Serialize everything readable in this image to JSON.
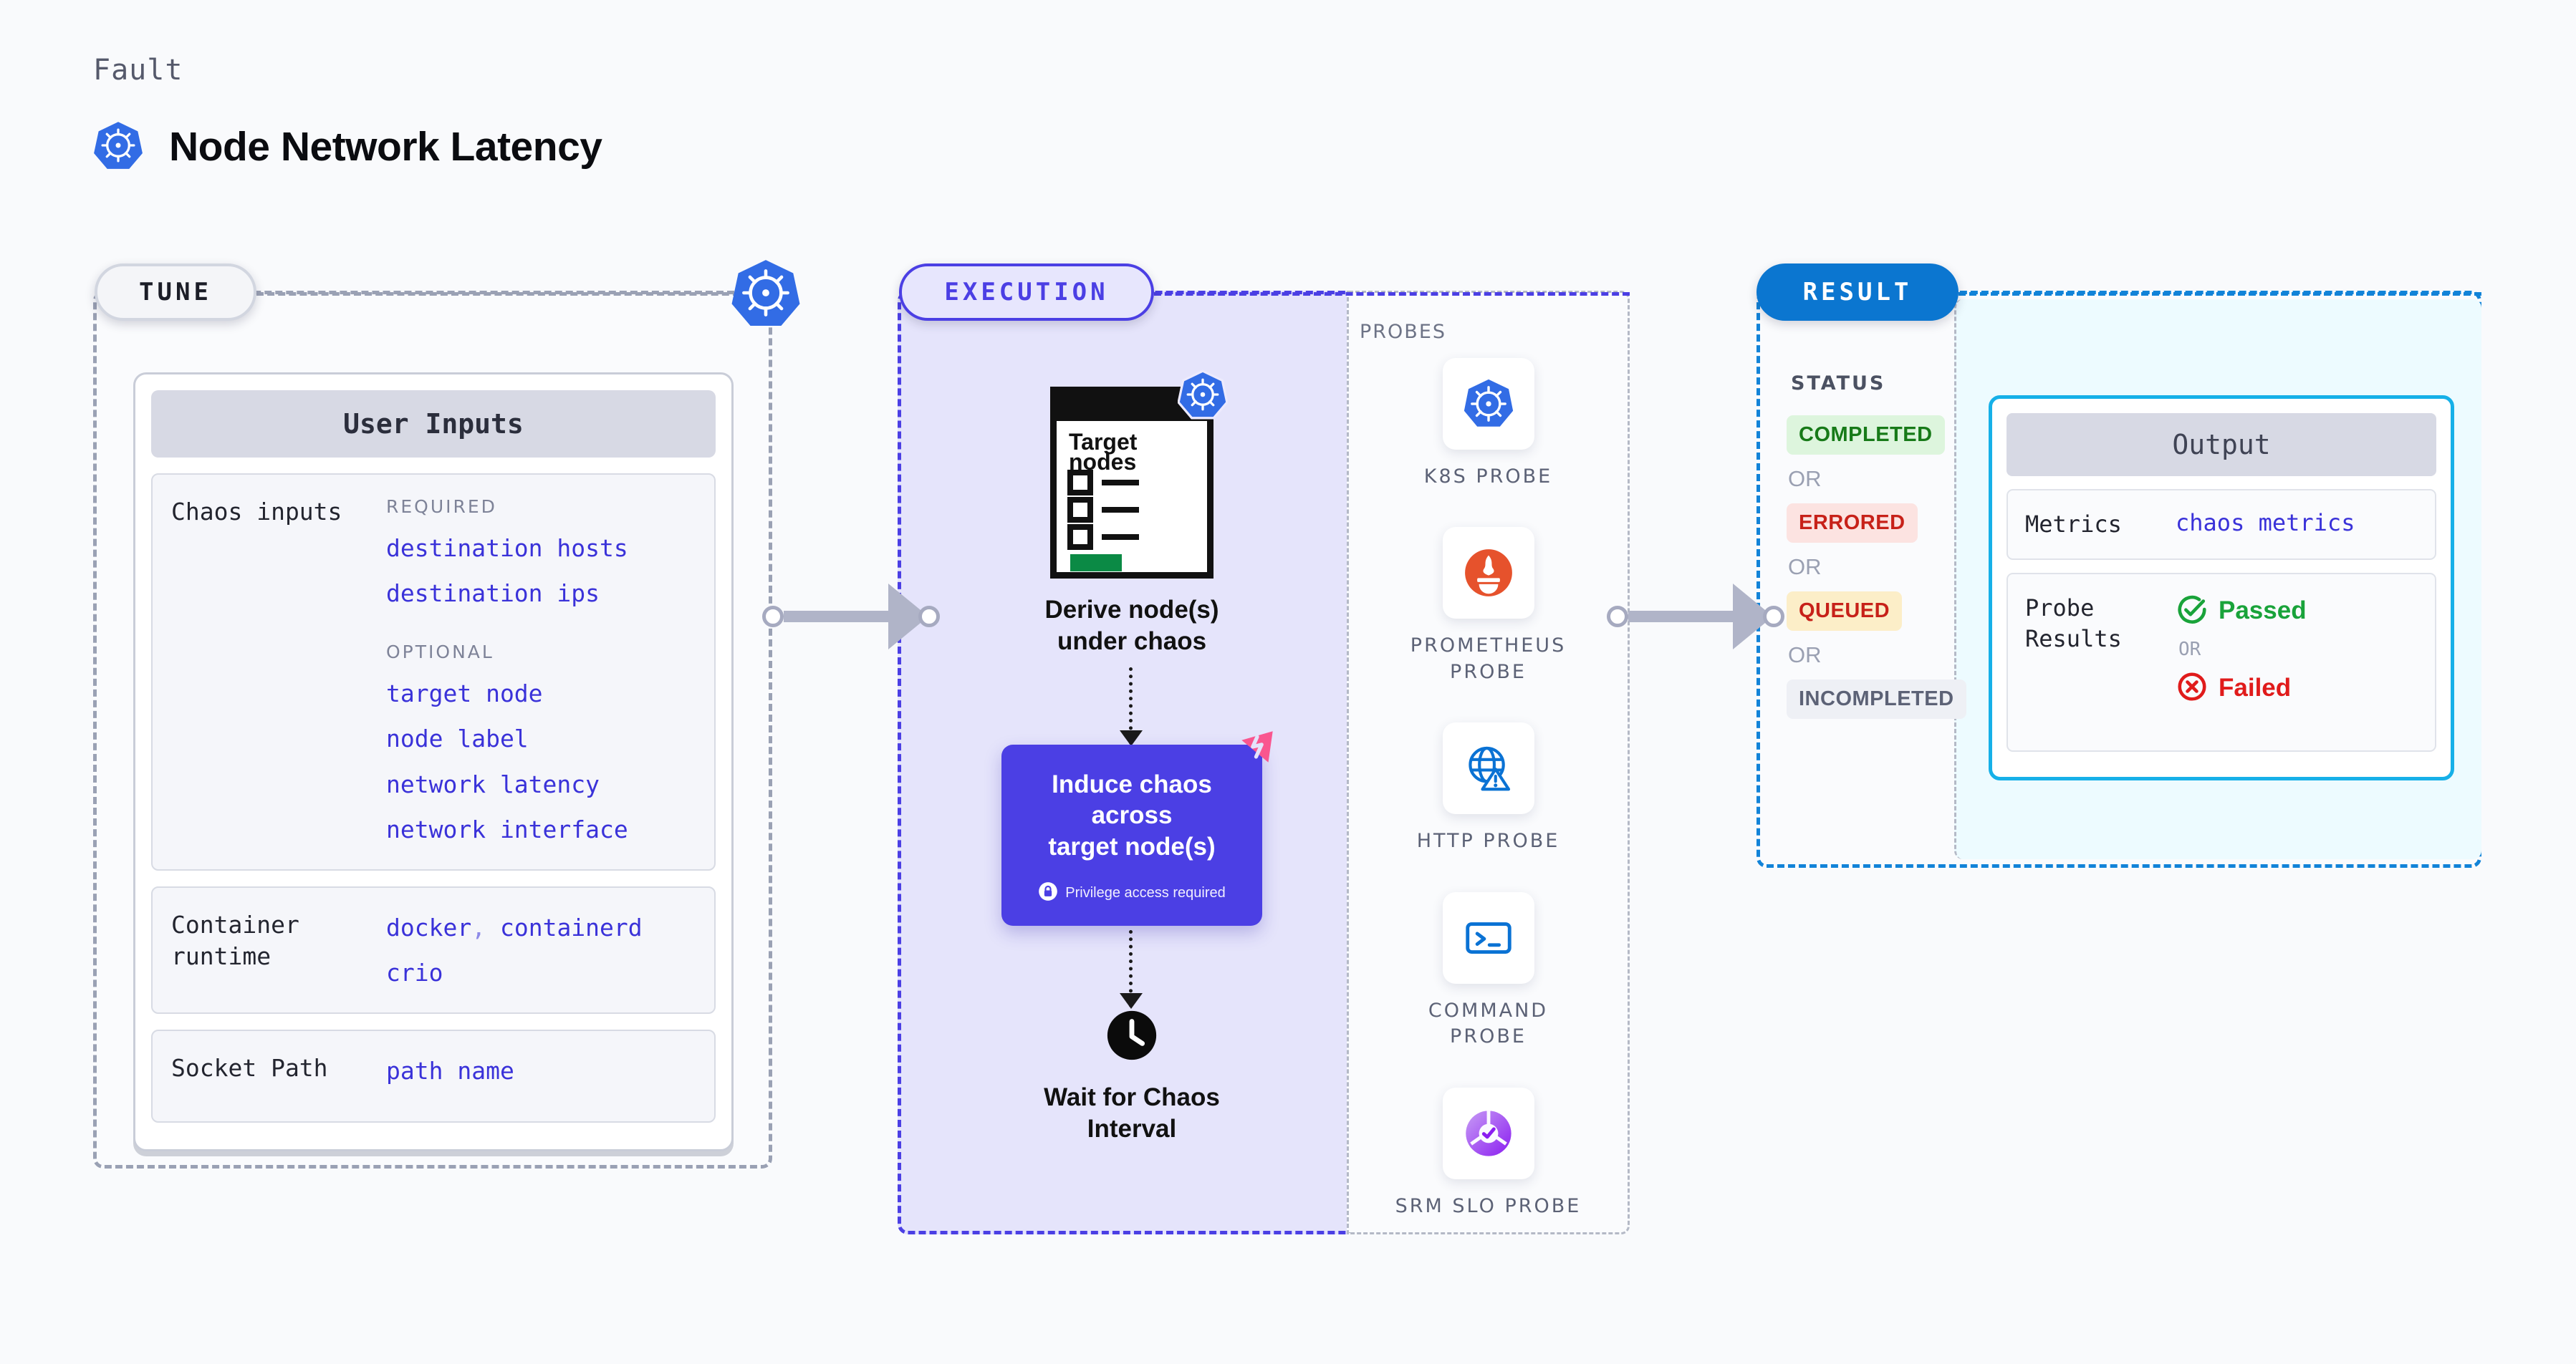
{
  "header": {
    "kicker": "Fault",
    "title": "Node Network Latency",
    "logo_icon": "kubernetes-icon"
  },
  "stages": {
    "tune": {
      "chip_label": "TUNE",
      "badge_icon": "kubernetes-icon"
    },
    "execution": {
      "chip_label": "EXECUTION"
    },
    "result": {
      "chip_label": "RESULT"
    }
  },
  "tune": {
    "card_title": "User Inputs",
    "rows": [
      {
        "label": "Chaos inputs",
        "groups": [
          {
            "group_label": "REQUIRED",
            "values": [
              "destination hosts",
              "destination ips"
            ]
          },
          {
            "group_label": "OPTIONAL",
            "values": [
              "target node",
              "node label",
              "network latency",
              "network interface"
            ]
          }
        ]
      },
      {
        "label": "Container runtime",
        "values_line1": "docker",
        "separator": ",",
        "values_line1b": "containerd",
        "values_line2": "crio"
      },
      {
        "label": "Socket Path",
        "value": "path name"
      }
    ]
  },
  "execution": {
    "derive": {
      "doc_title_line1": "Target",
      "doc_title_line2": "nodes",
      "caption_line1": "Derive node(s)",
      "caption_line2": "under chaos",
      "badge_icon": "kubernetes-icon"
    },
    "chaos": {
      "title_line1": "Induce chaos across",
      "title_line2": "target node(s)",
      "privilege_note": "Privilege access required",
      "privilege_icon": "lock-icon",
      "corner_icon": "litmus-icon",
      "color": "#4b3fe4"
    },
    "wait": {
      "icon": "clock-icon",
      "caption_line1": "Wait for Chaos",
      "caption_line2": "Interval"
    }
  },
  "probes": {
    "section_label": "PROBES",
    "items": [
      {
        "label": "K8S PROBE",
        "icon": "kubernetes-icon"
      },
      {
        "label": "PROMETHEUS PROBE",
        "icon": "prometheus-icon"
      },
      {
        "label": "HTTP PROBE",
        "icon": "http-globe-warning-icon"
      },
      {
        "label": "COMMAND PROBE",
        "icon": "terminal-icon"
      },
      {
        "label": "SRM SLO PROBE",
        "icon": "srm-slo-icon"
      }
    ]
  },
  "result": {
    "status_label": "STATUS",
    "or_label": "OR",
    "statuses": [
      {
        "label": "COMPLETED",
        "color": "#177a18",
        "bg": "#ddf5dd"
      },
      {
        "label": "ERRORED",
        "color": "#c72119",
        "bg": "#fce3e1"
      },
      {
        "label": "QUEUED",
        "color": "#c72119",
        "bg": "#fceec8"
      },
      {
        "label": "INCOMPLETED",
        "color": "#5c6276",
        "bg": "#eef0f5"
      }
    ]
  },
  "output": {
    "card_title": "Output",
    "metrics_label": "Metrics",
    "metrics_value": "chaos metrics",
    "probe_results_label": "Probe Results",
    "passed_label": "Passed",
    "failed_label": "Failed",
    "or_label": "OR",
    "passed_icon": "check-circle-icon",
    "failed_icon": "x-circle-icon"
  },
  "colors": {
    "accent_purple": "#4b3fe4",
    "accent_blue": "#0b76d0",
    "k8s_blue": "#326ce5",
    "cyan": "#16b0e8",
    "pink": "#f9568f"
  }
}
